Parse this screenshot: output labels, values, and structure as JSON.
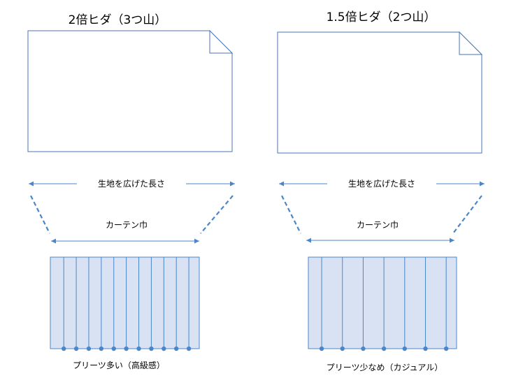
{
  "panels": [
    {
      "id": "double",
      "title": "2倍ヒダ（3つ山）",
      "fabric_label": "生地を広げた長さ",
      "curtain_label": "カーテン巾",
      "caption": "プリーツ多い（高級感）",
      "pleat_count": 11
    },
    {
      "id": "onehalf",
      "title": "1.5倍ヒダ（2つ山）",
      "fabric_label": "生地を広げた長さ",
      "curtain_label": "カーテン巾",
      "caption": "プリーツ少なめ（カジュアル）",
      "pleat_count": 7
    }
  ],
  "colors": {
    "line": "#4a86c8",
    "curtain_fill": "#d9e2f3"
  }
}
